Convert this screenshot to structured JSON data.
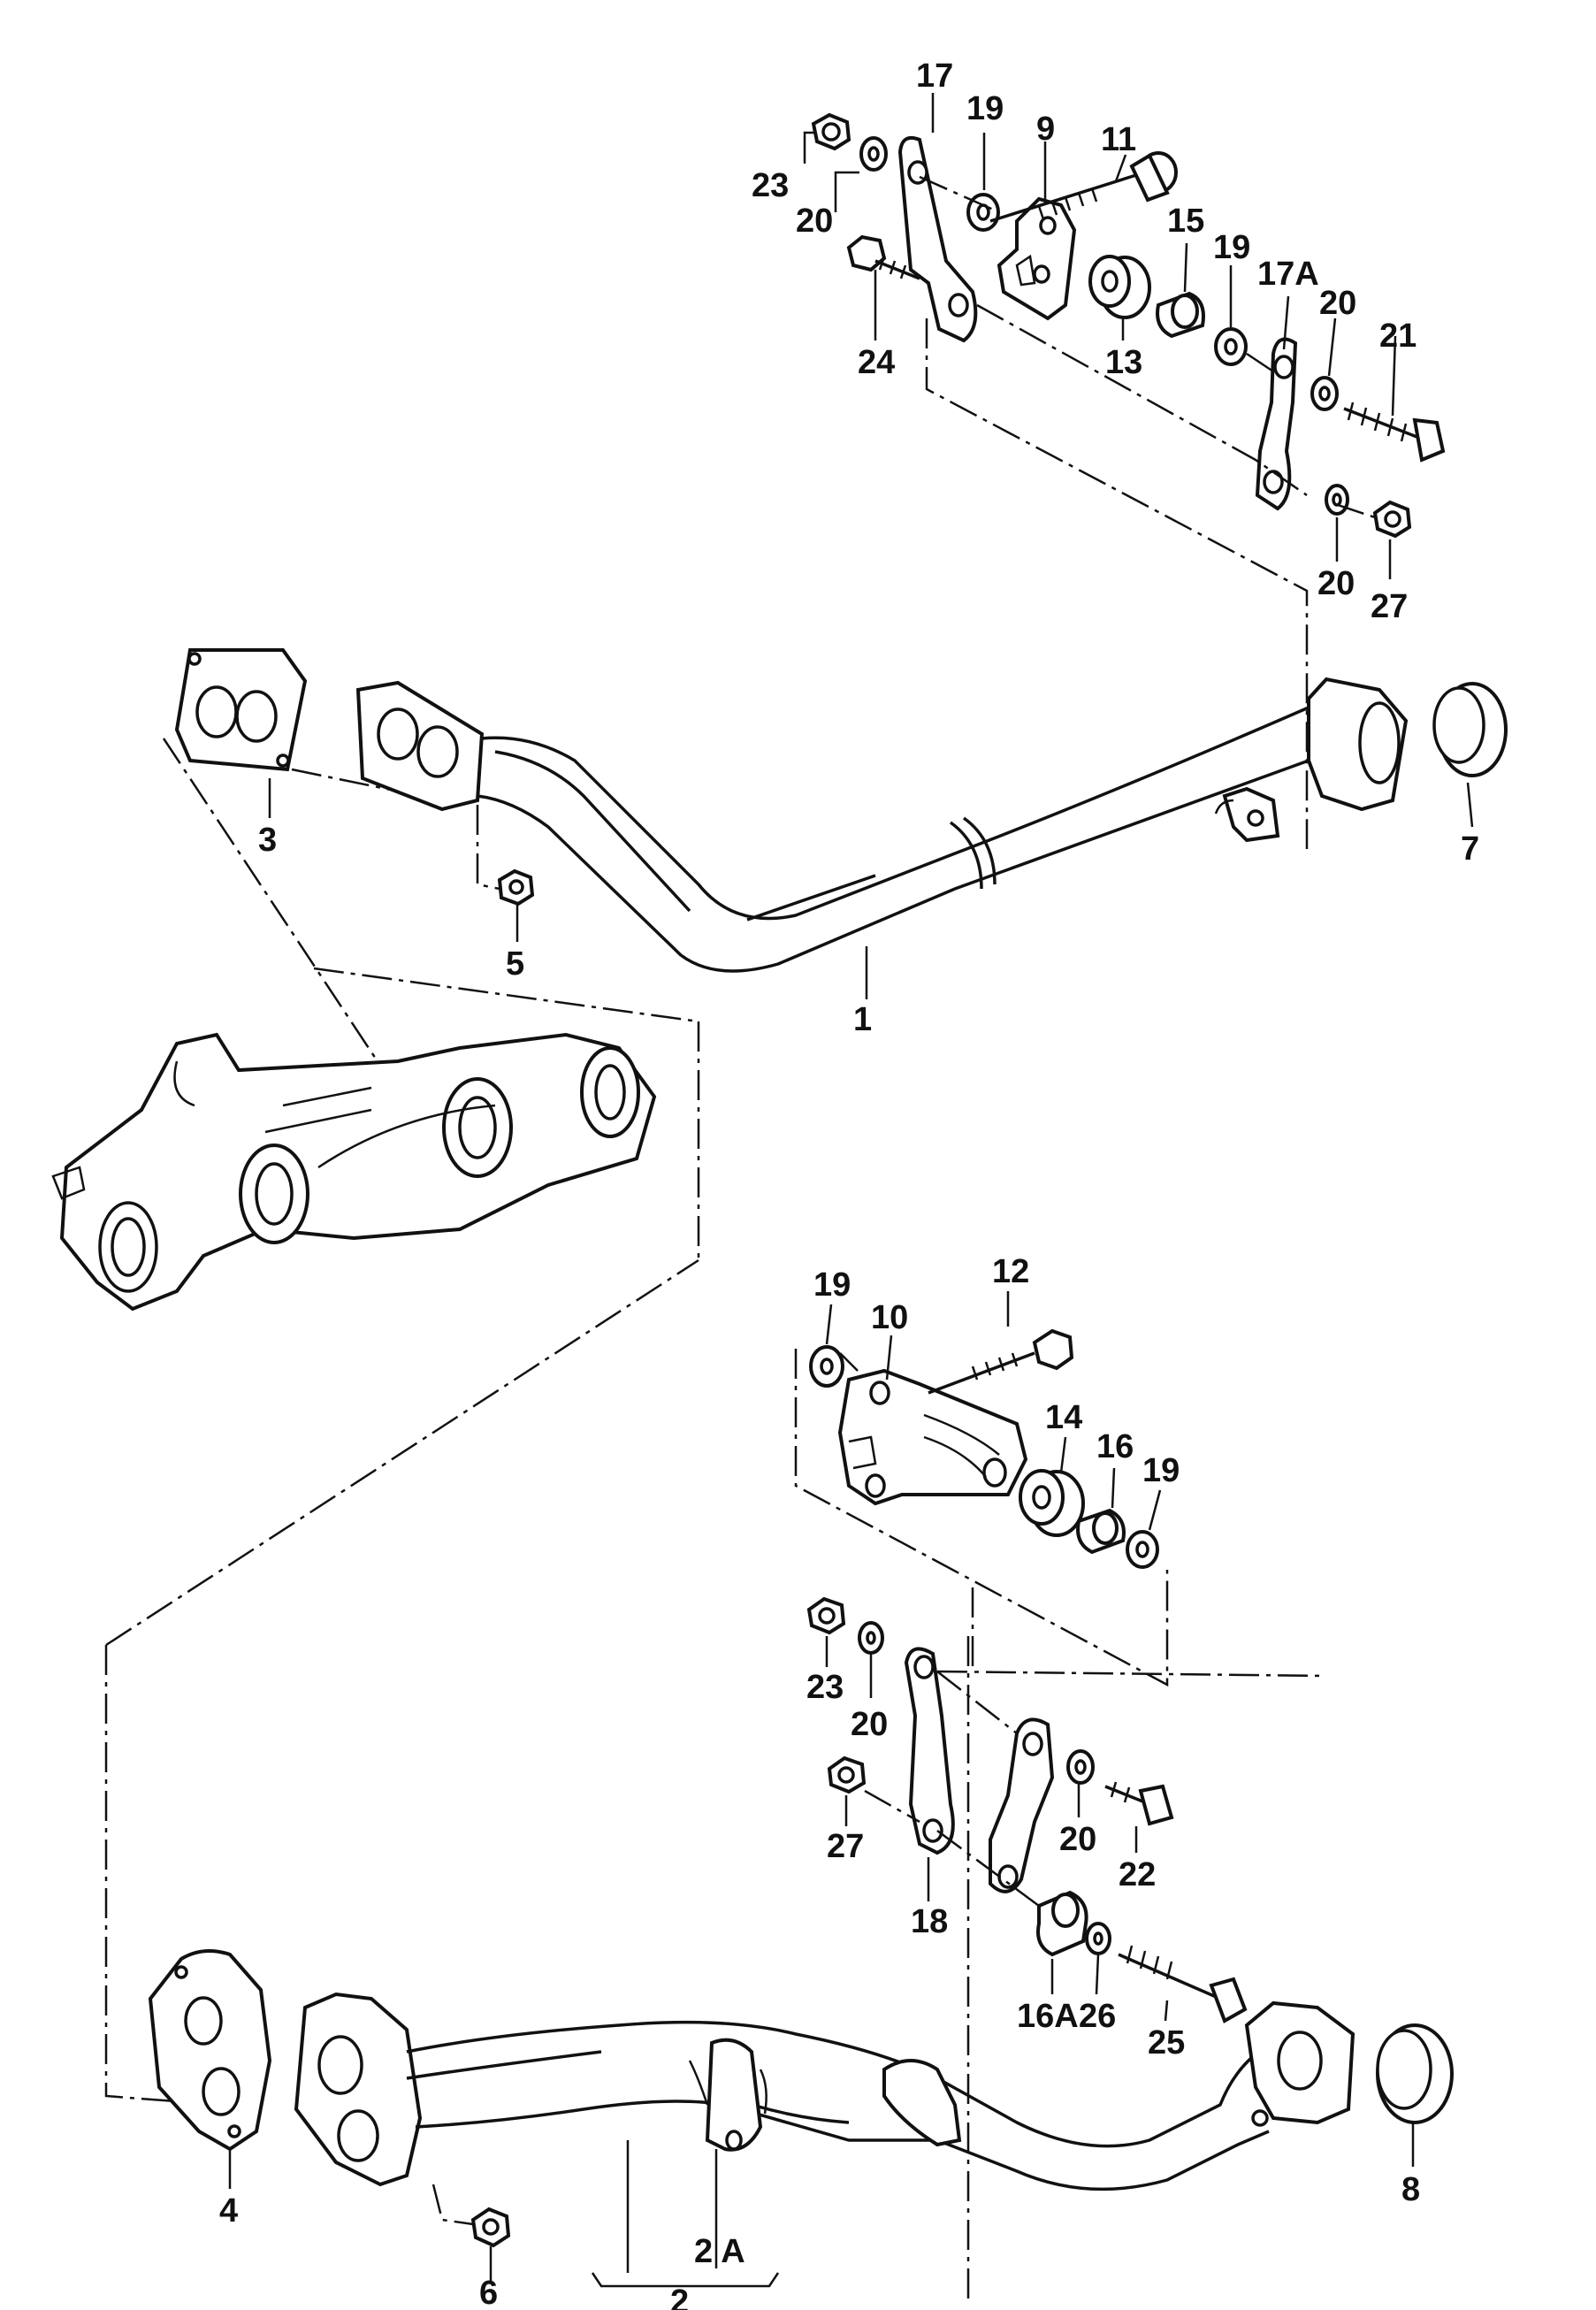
{
  "labels": {
    "p1": "1",
    "p2": "2",
    "p2a": "2 A",
    "p3": "3",
    "p4": "4",
    "p5": "5",
    "p6": "6",
    "p7": "7",
    "p8": "8",
    "p9": "9",
    "p10": "10",
    "p11": "11",
    "p12": "12",
    "p13": "13",
    "p14": "14",
    "p15": "15",
    "p16": "16",
    "p16a": "16A",
    "p17": "17",
    "p17a": "17A",
    "p18": "18",
    "p19a": "19",
    "p19b": "19",
    "p19c": "19",
    "p19d": "19",
    "p20a": "20",
    "p20b": "20",
    "p20c": "20",
    "p20d": "20",
    "p20e": "20",
    "p21": "21",
    "p22": "22",
    "p23a": "23",
    "p23b": "23",
    "p24": "24",
    "p25": "25",
    "p26": "26",
    "p27a": "27",
    "p27b": "27"
  },
  "style": {
    "line_color": "#111111",
    "background": "#ffffff"
  }
}
